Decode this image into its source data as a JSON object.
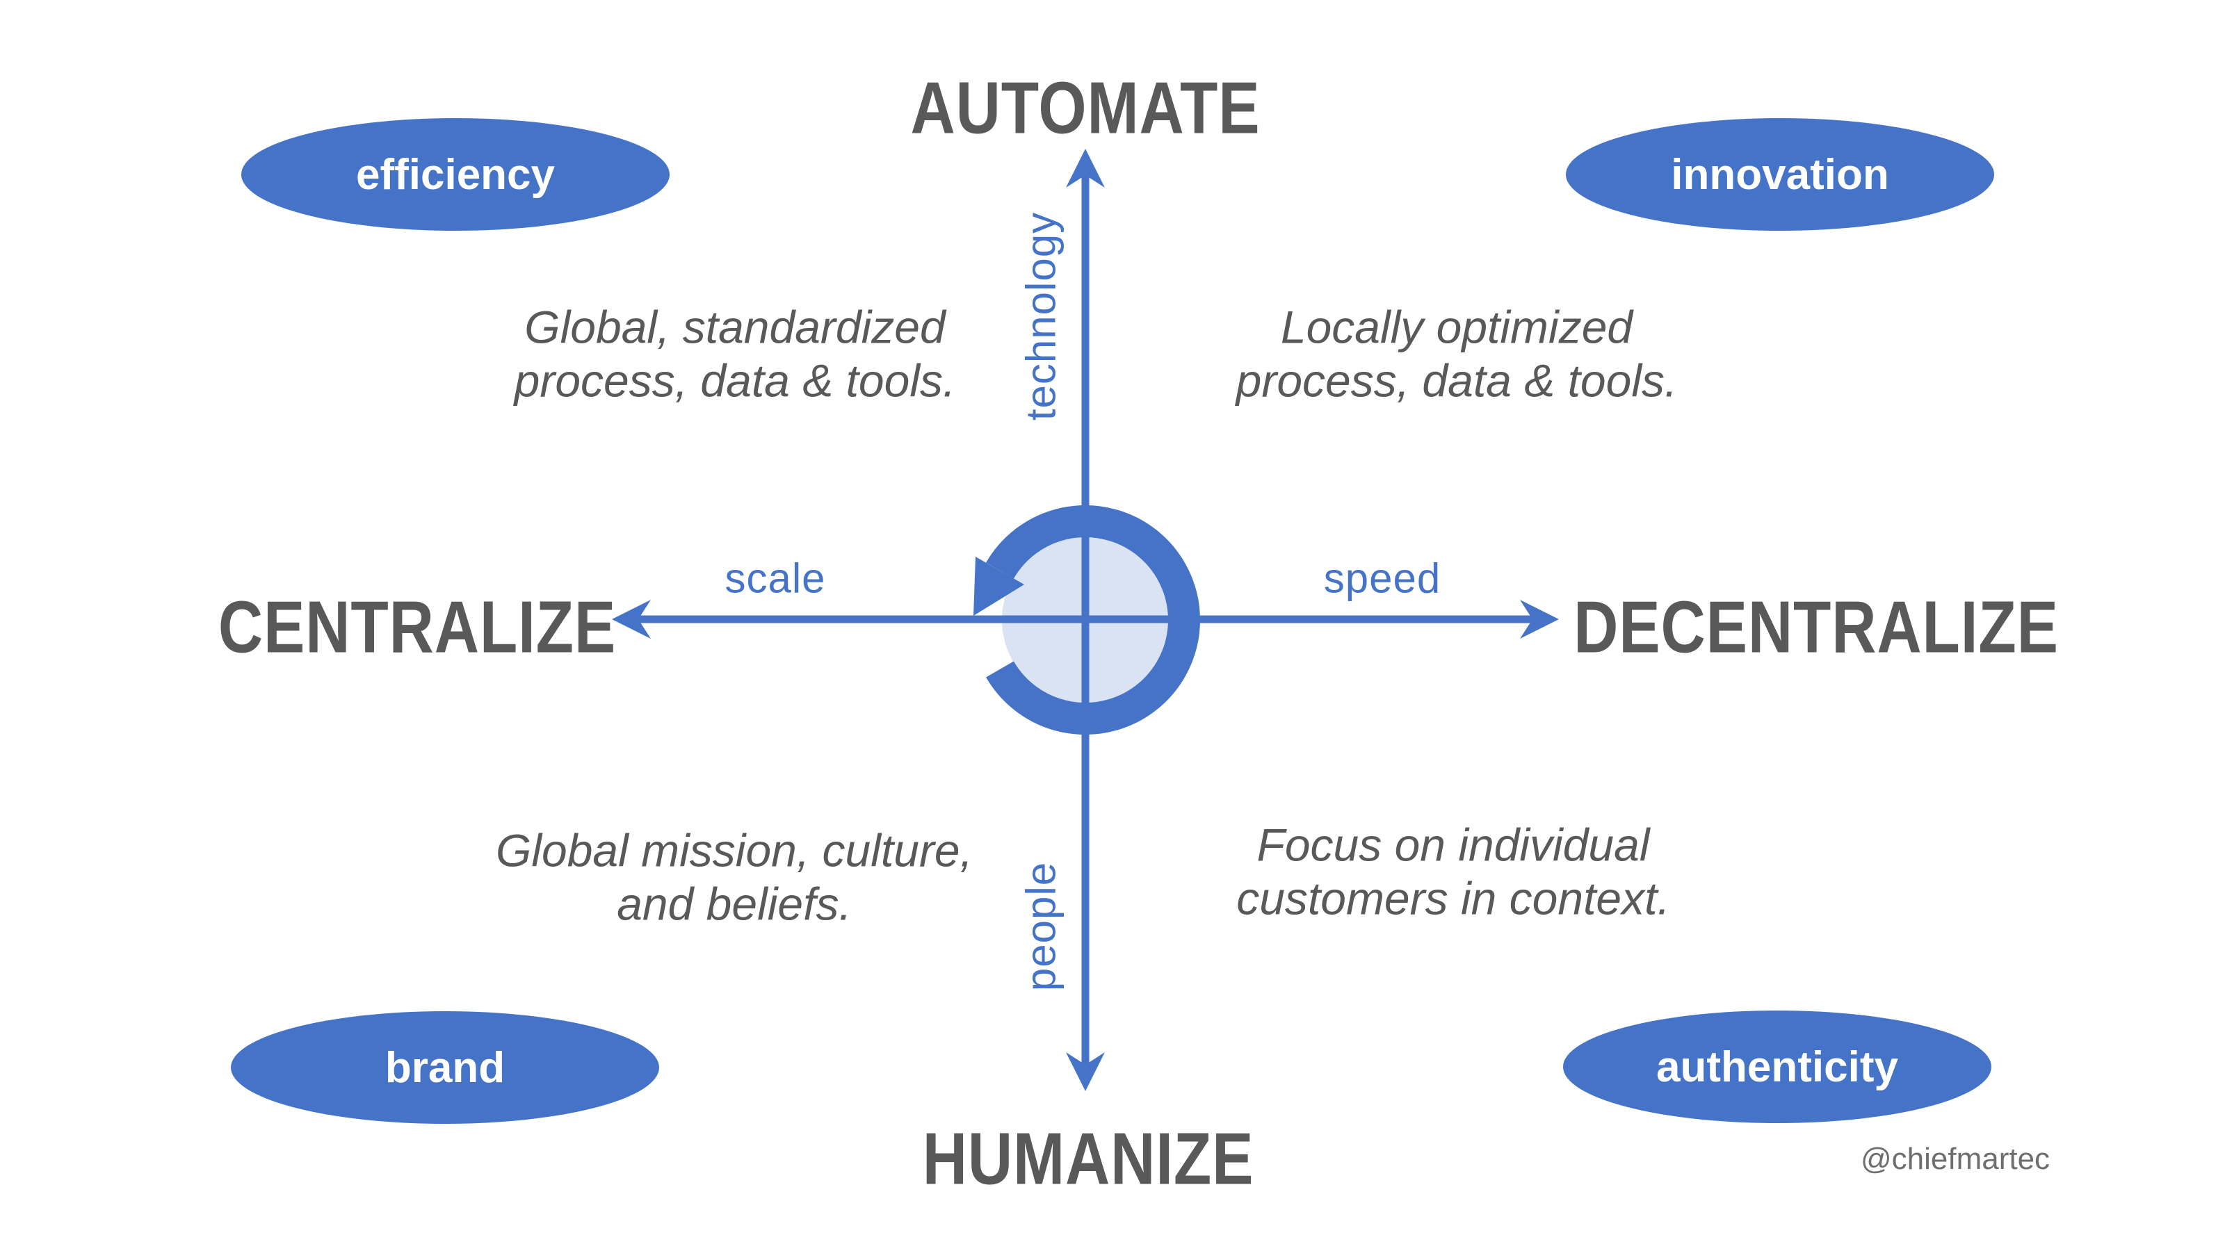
{
  "poles": {
    "top": "AUTOMATE",
    "bottom": "HUMANIZE",
    "left": "CENTRALIZE",
    "right": "DECENTRALIZE"
  },
  "axis_labels": {
    "vertical_top": "technology",
    "vertical_bottom": "people",
    "horizontal_left": "scale",
    "horizontal_right": "speed"
  },
  "badges": {
    "top_left": "efficiency",
    "top_right": "innovation",
    "bottom_left": "brand",
    "bottom_right": "authenticity"
  },
  "notes": {
    "top_left": {
      "line1": "Global, standardized",
      "line2": "process, data & tools."
    },
    "top_right": {
      "line1": "Locally optimized",
      "line2": "process, data & tools."
    },
    "bottom_left": {
      "line1": "Global mission, culture,",
      "line2": "and beliefs."
    },
    "bottom_right": {
      "line1": "Focus on individual",
      "line2": "customers in context."
    }
  },
  "credit": "@chiefmartec",
  "icons": {
    "center": "cycle-arrow-icon",
    "axis_ends": "stealth-arrowhead-icon"
  },
  "colors": {
    "accent": "#4573C7",
    "light_fill": "#DAE3F3",
    "heading": "#595959",
    "note_text": "#595959",
    "credit_text": "#6E6E6E",
    "badge_text": "#FFFFFF",
    "bg": "#FFFFFF"
  }
}
